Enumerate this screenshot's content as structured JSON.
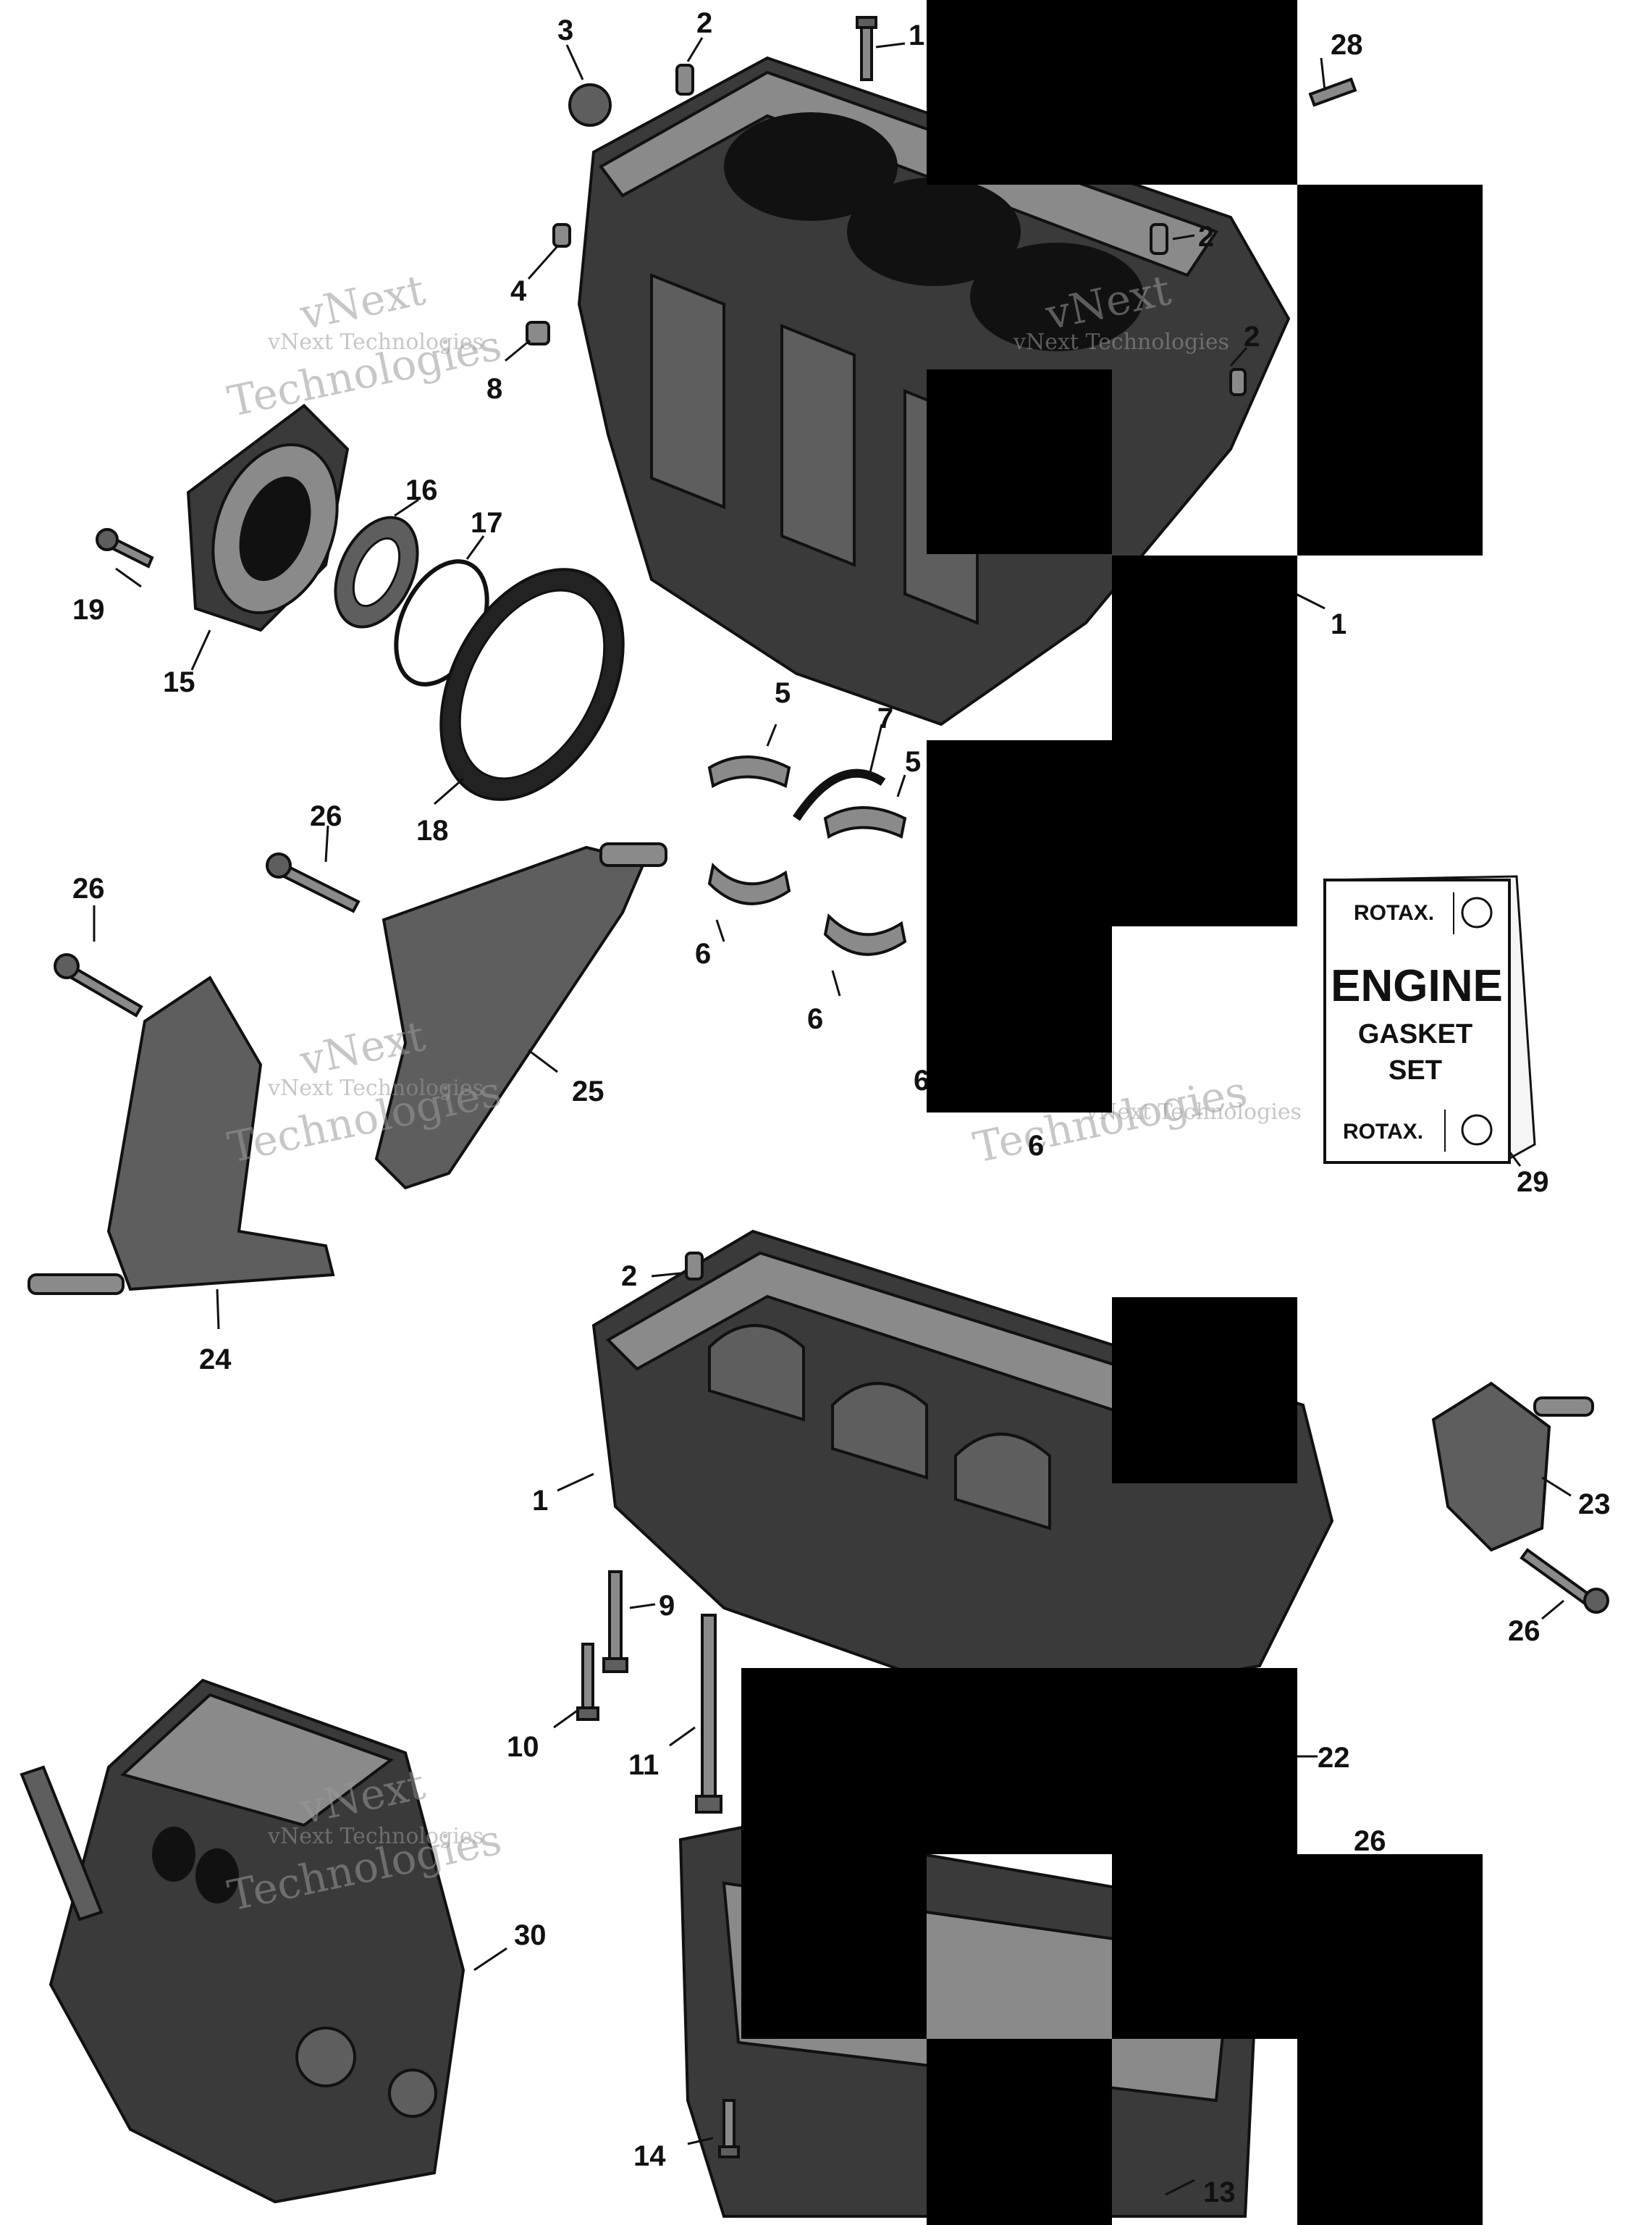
{
  "callouts": [
    {
      "id": "c1a",
      "label": "1"
    },
    {
      "id": "c1b",
      "label": "1"
    },
    {
      "id": "c1c",
      "label": "1"
    },
    {
      "id": "c2a",
      "label": "2"
    },
    {
      "id": "c2b",
      "label": "2"
    },
    {
      "id": "c2c",
      "label": "2"
    },
    {
      "id": "c2d",
      "label": "2"
    },
    {
      "id": "c3",
      "label": "3"
    },
    {
      "id": "c4",
      "label": "4"
    },
    {
      "id": "c5a",
      "label": "5"
    },
    {
      "id": "c5b",
      "label": "5"
    },
    {
      "id": "c6a",
      "label": "6"
    },
    {
      "id": "c6b",
      "label": "6"
    },
    {
      "id": "c6c",
      "label": "6"
    },
    {
      "id": "c6d",
      "label": "6"
    },
    {
      "id": "c7",
      "label": "7"
    },
    {
      "id": "c8",
      "label": "8"
    },
    {
      "id": "c9",
      "label": "9"
    },
    {
      "id": "c10",
      "label": "10"
    },
    {
      "id": "c11",
      "label": "11"
    },
    {
      "id": "c13",
      "label": "13"
    },
    {
      "id": "c14",
      "label": "14"
    },
    {
      "id": "c15",
      "label": "15"
    },
    {
      "id": "c16",
      "label": "16"
    },
    {
      "id": "c17",
      "label": "17"
    },
    {
      "id": "c18",
      "label": "18"
    },
    {
      "id": "c19",
      "label": "19"
    },
    {
      "id": "c22",
      "label": "22"
    },
    {
      "id": "c23",
      "label": "23"
    },
    {
      "id": "c24",
      "label": "24"
    },
    {
      "id": "c25",
      "label": "25"
    },
    {
      "id": "c26a",
      "label": "26"
    },
    {
      "id": "c26b",
      "label": "26"
    },
    {
      "id": "c26c",
      "label": "26"
    },
    {
      "id": "c26d",
      "label": "26"
    },
    {
      "id": "c28",
      "label": "28"
    },
    {
      "id": "c29",
      "label": "29"
    },
    {
      "id": "c30",
      "label": "30"
    }
  ],
  "gasket_card": {
    "brand": "ROTAX.",
    "title": "ENGINE",
    "line2": "GASKET",
    "line3": "SET"
  },
  "watermark": {
    "line1": "vNext Technologies",
    "big1": "vNext",
    "big2": "Technologies"
  },
  "colors": {
    "part_dark": "#3a3a3a",
    "part_light": "#8a8a8a",
    "redaction": "#000000"
  }
}
